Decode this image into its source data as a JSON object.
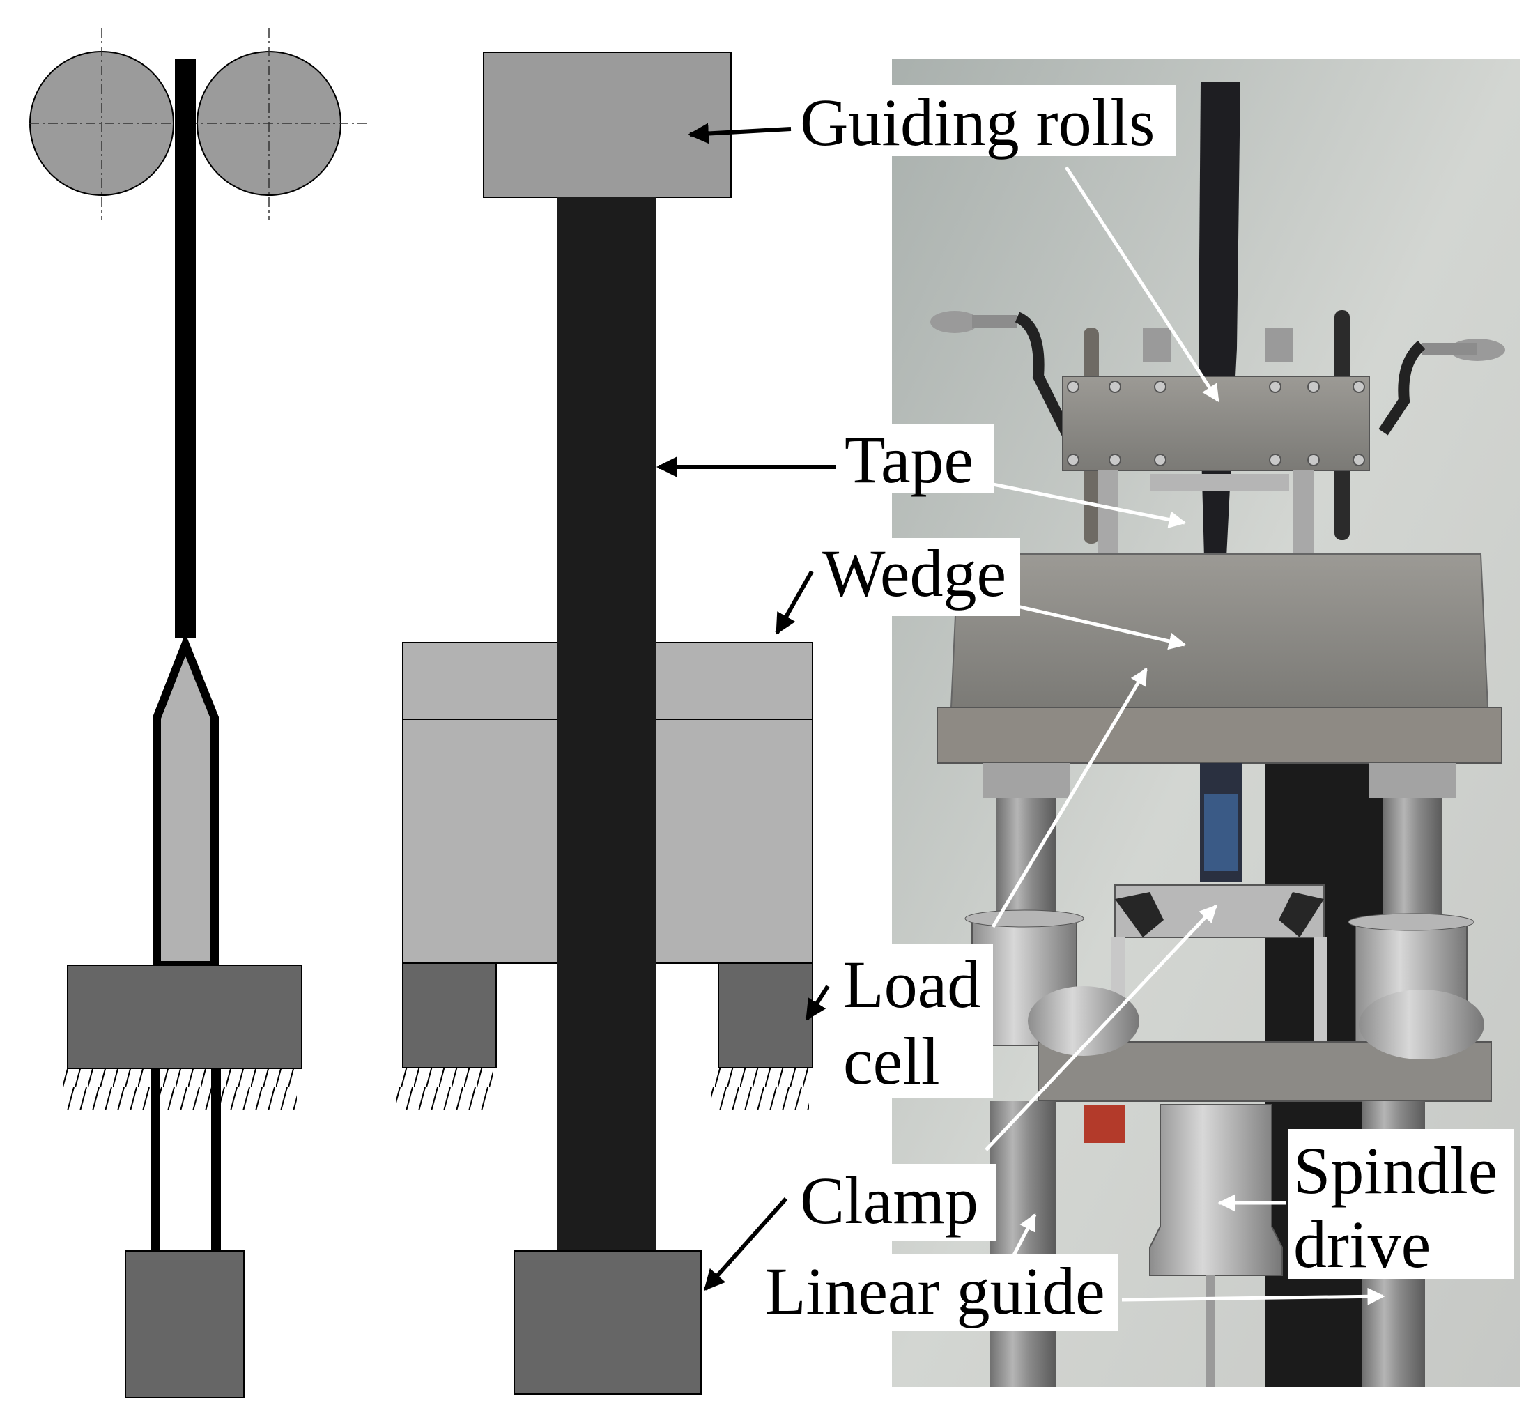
{
  "labels": {
    "guiding_rolls": "Guiding rolls",
    "tape": "Tape",
    "wedge": "Wedge",
    "load_cell_line1": "Load",
    "load_cell_line2": "cell",
    "clamp": "Clamp",
    "spindle_drive_line1": "Spindle",
    "spindle_drive_line2": "drive",
    "linear_guide": "Linear guide"
  },
  "colors": {
    "roll": "#9b9b9b",
    "tape": "#1c1c1c",
    "wedge": "#b2b2b2",
    "load_cell": "#666666",
    "clamp": "#666666",
    "guiding_block": "#9b9b9b"
  }
}
